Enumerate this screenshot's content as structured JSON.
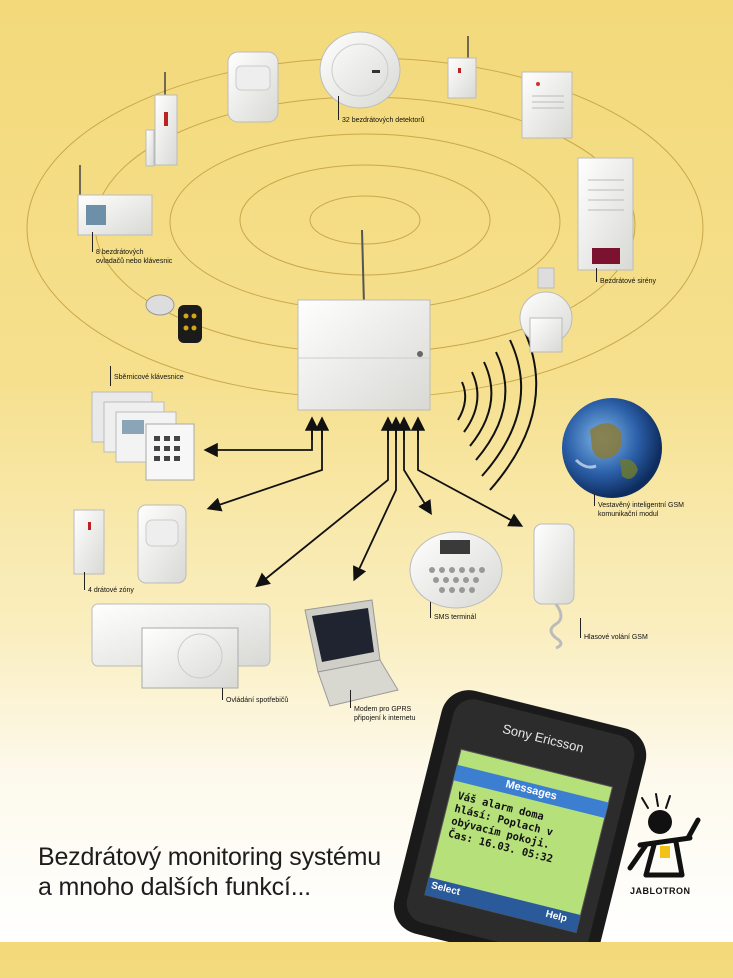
{
  "labels": {
    "detectors": "32 bezdrátových detektorů",
    "controllers_l1": "8 bezdrátových",
    "controllers_l2": "ovladačů nebo klávesnic",
    "bus_keypads": "Sběrnicové klávesnice",
    "sirens": "Bezdrátové sirény",
    "gsm_module_l1": "Vestavěný inteligentní GSM",
    "gsm_module_l2": "komunikační modul",
    "wired_zones": "4 drátové zóny",
    "sms_terminal": "SMS terminál",
    "voice_call": "Hlasové volání GSM",
    "appliances": "Ovládání spotřebičů",
    "modem_l1": "Modem pro GPRS",
    "modem_l2": "připojení k internetu"
  },
  "phone": {
    "brand": "Sony Ericsson",
    "screen_title": "Messages",
    "message_lines": [
      "Váš alarm doma",
      "hlásí: Poplach v",
      "obývacím pokoji.",
      "Čas: 16.03. 05:32"
    ],
    "softkey_left": "Select",
    "softkey_right": "Help"
  },
  "tagline": {
    "line1": "Bezdrátový monitoring systému",
    "line2": "a mnoho dalších funkcí..."
  },
  "logo": {
    "text": "JABLOTRON"
  },
  "colors": {
    "background_top": "#f3d97a",
    "background_bottom": "#ffffff",
    "phone_screen": "#b6e07a",
    "screen_title_bar": "#3c7fd0"
  }
}
